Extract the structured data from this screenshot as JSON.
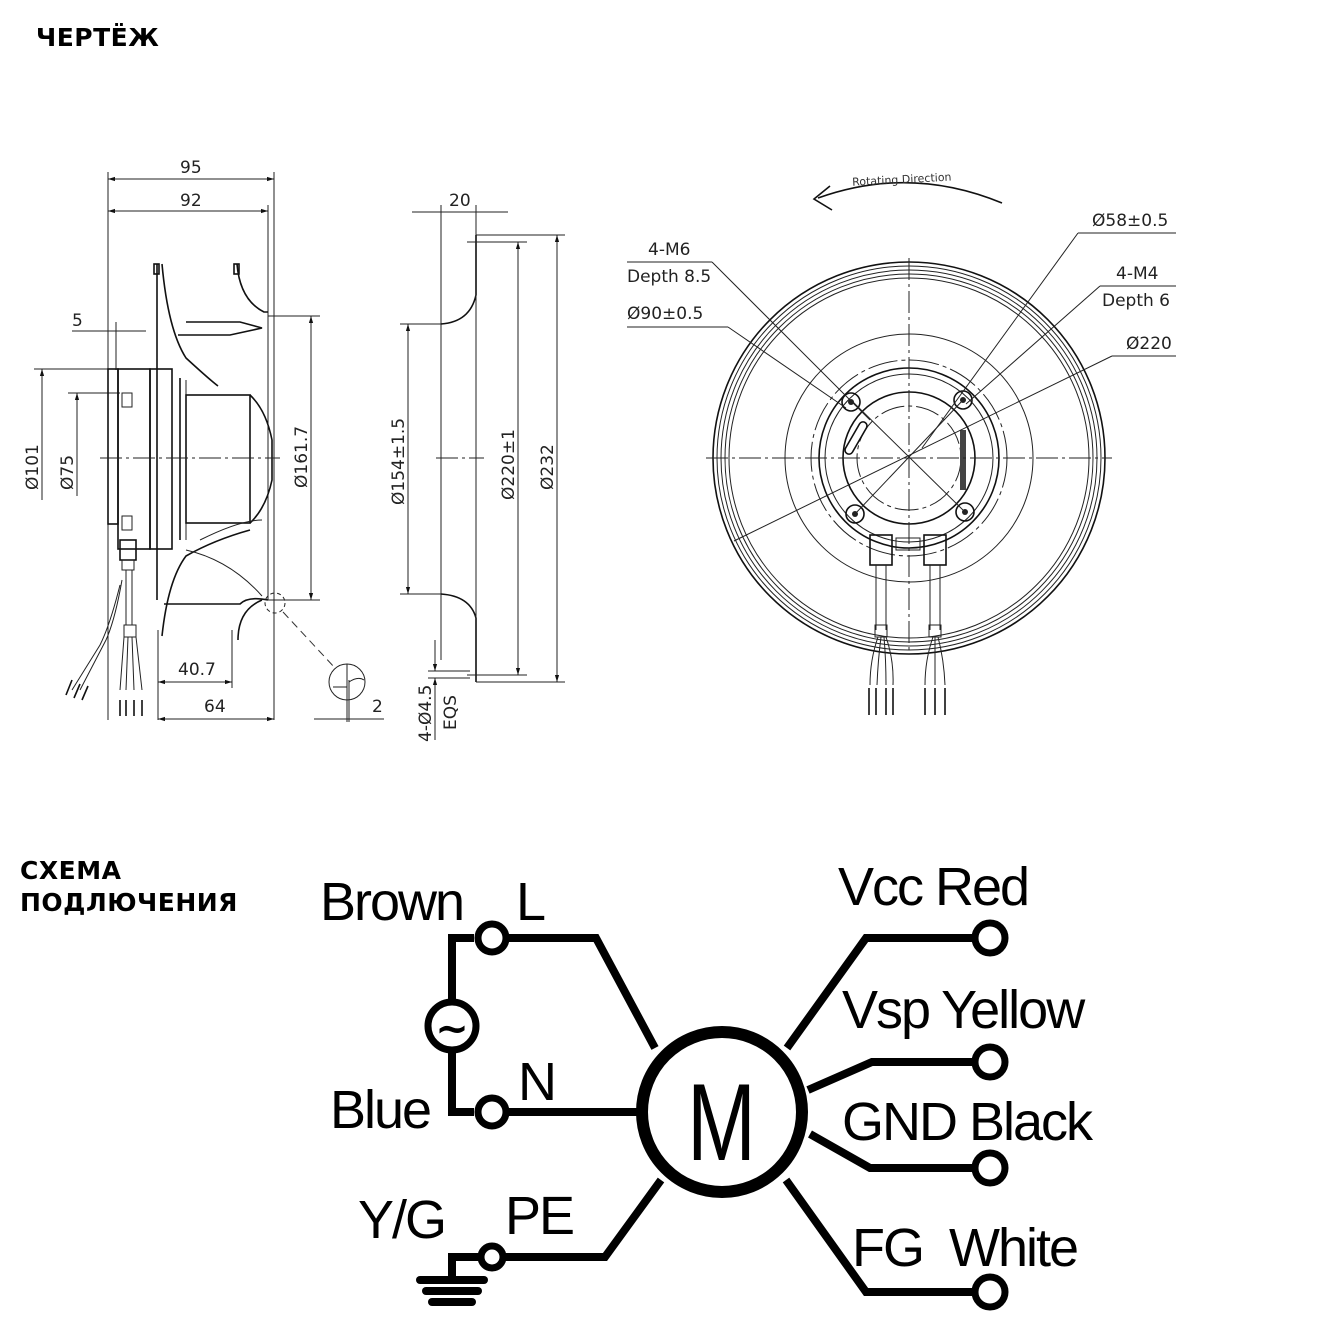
{
  "headings": {
    "drawing": "ЧЕРТЁЖ",
    "wiring": "СХЕМА ПОДЛЮЧЕНИЯ",
    "wiring_line1": "СХЕМА",
    "wiring_line2": "ПОДЛЮЧЕНИЯ"
  },
  "side_view": {
    "dimensions": {
      "overall_length": "95",
      "impeller_length": "92",
      "flange_offset": "5",
      "motor_outer_dia": "Ø101",
      "motor_inner_dia": "Ø75",
      "impeller_dia": "Ø161.7",
      "inlet_width": "40.7",
      "impeller_depth": "64"
    }
  },
  "inlet_ring_view": {
    "dimensions": {
      "ring_depth": "20",
      "inlet_dia": "Ø154±1.5",
      "hole_circle_dia": "Ø220±1",
      "outer_dia": "Ø232",
      "mounting_holes": "4-Ø4.5",
      "mounting_holes_note": "EQS",
      "gap": "2"
    }
  },
  "front_view": {
    "rotating_direction_label": "Rotating Direction",
    "callouts": {
      "m6_thread": "4-M6",
      "m6_depth": "Depth 8.5",
      "bolt_circle_90": "Ø90±0.5",
      "bolt_circle_58": "Ø58±0.5",
      "m4_thread": "4-M4",
      "m4_depth": "Depth 6",
      "outer_dia": "Ø220"
    }
  },
  "wiring_diagram": {
    "motor_symbol": "M",
    "ac_source_symbol": "~",
    "left_terminals": [
      {
        "wire_color": "Brown",
        "terminal": "L"
      },
      {
        "wire_color": "Blue",
        "terminal": "N"
      },
      {
        "wire_color": "Y/G",
        "terminal": "PE"
      }
    ],
    "right_terminals": [
      {
        "label": "Vcc Red"
      },
      {
        "label": "Vsp Yellow"
      },
      {
        "label": "GND Black"
      },
      {
        "label": "FG  White"
      }
    ]
  }
}
